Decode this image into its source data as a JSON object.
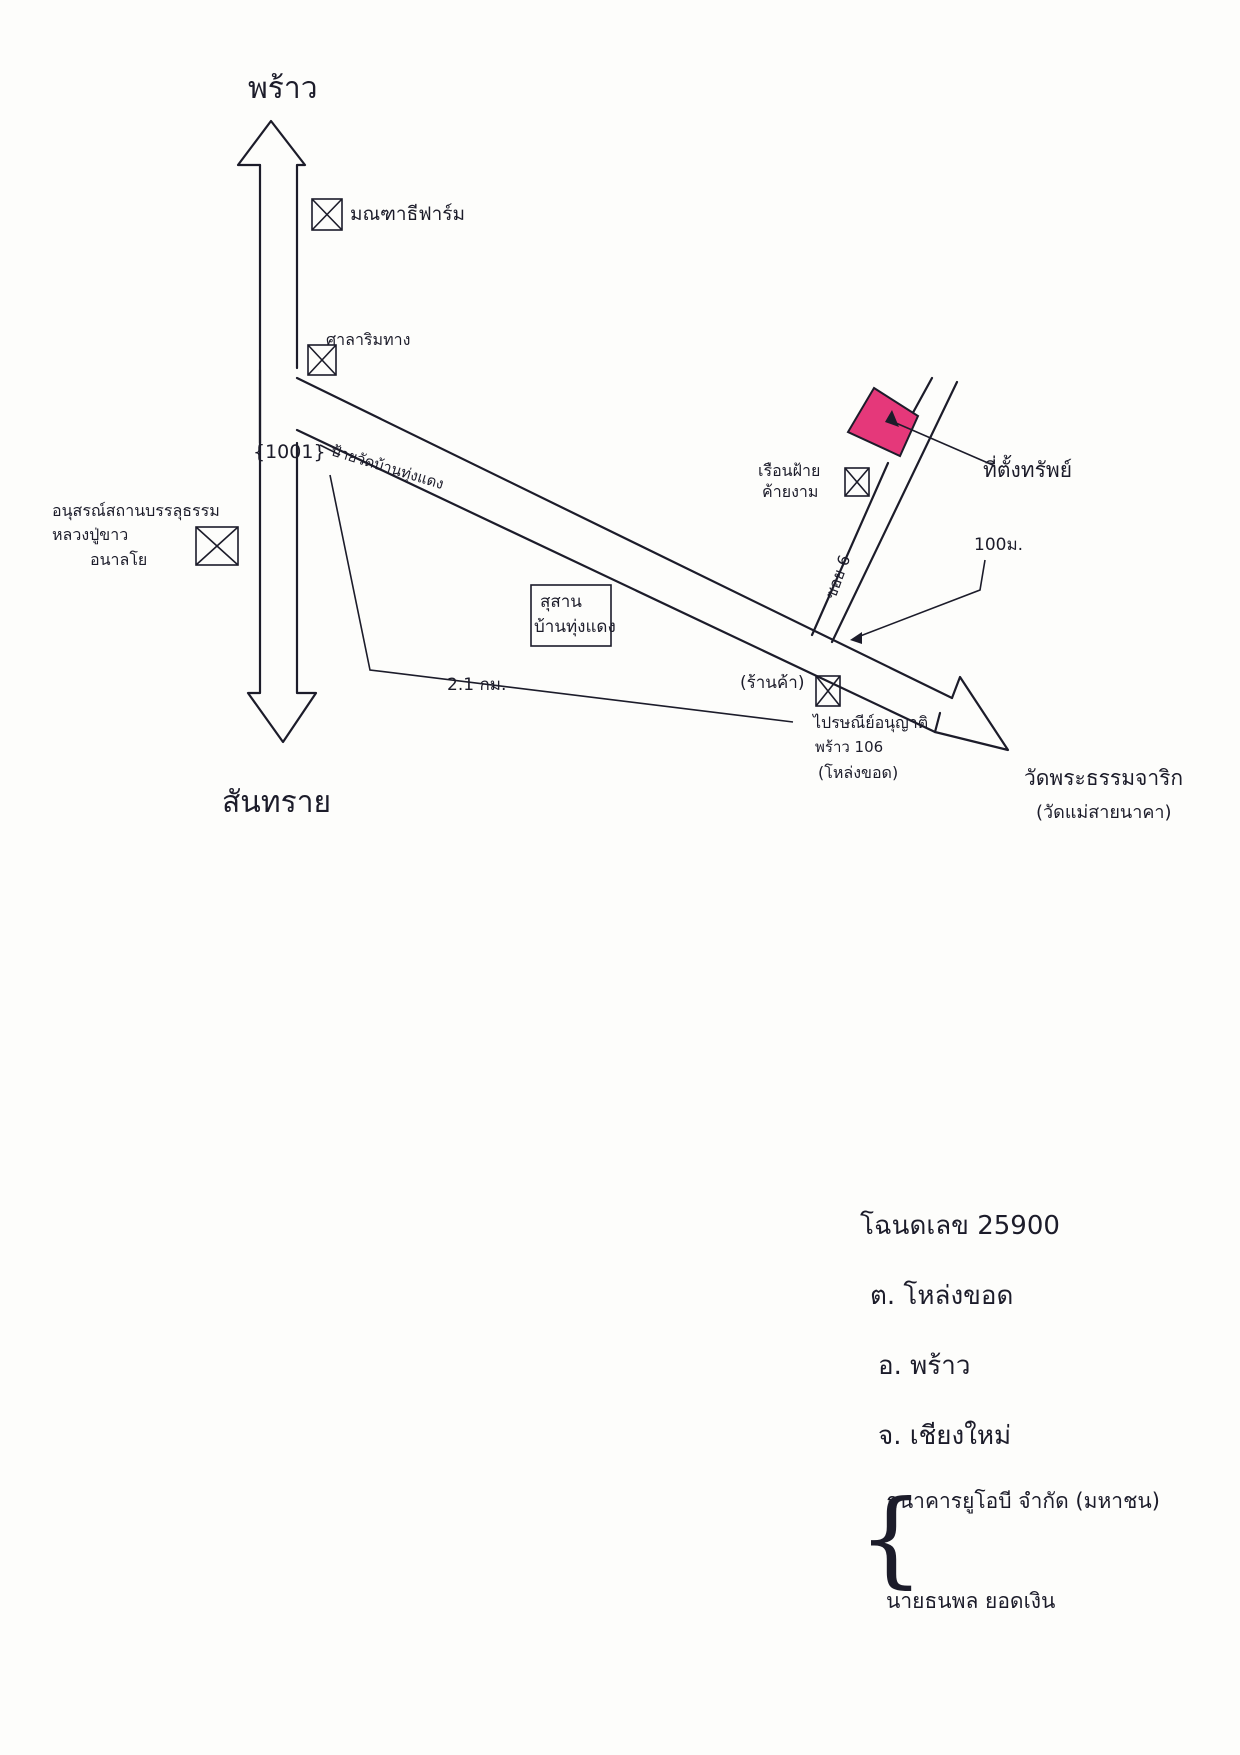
{
  "map": {
    "north_label": "พร้าว",
    "south_label": "สันทราย",
    "road_number": "{1001}",
    "landmarks": {
      "farm": "มณฑาธีฟาร์ม",
      "sala": "ศาลาริมทาง",
      "monument_line1": "อนุสรณ์สถานบรรลุธรรม",
      "monument_line2": "หลวงปู่ขาว",
      "monument_line3": "อนาลโย",
      "temple_sign": "ป้ายวัดบ้านทุ่งแดง",
      "cemetery_line1": "สุสาน",
      "cemetery_line2": "บ้านทุ่งแดง",
      "shop": "(ร้านค้า)",
      "post_line1": "ไปรษณีย์อนุญาติ",
      "post_line2": "พร้าว 106",
      "post_line3": "(โหล่งขอด)",
      "house_line1": "เรือนฝ้าย",
      "house_line2": "ค้ายงาม",
      "property": "ที่ตั้งทรัพย์",
      "soi": "ซอย 6",
      "distance_short": "100ม.",
      "distance_long": "2.1 กม.",
      "temple_east_line1": "วัดพระธรรมจาริก",
      "temple_east_line2": "(วัดแม่สายนาคา)"
    },
    "colors": {
      "property_fill": "#e5387a",
      "ink": "#1c1c2a"
    }
  },
  "notes": {
    "deed": "โฉนดเลข 25900",
    "subdistrict": "ต. โหล่งขอด",
    "district": "อ. พร้าว",
    "province": "จ. เชียงใหม่",
    "bank": "ธนาคารยูโอบี จำกัด (มหาชน)",
    "owner": "นายธนพล ยอดเงิน"
  }
}
